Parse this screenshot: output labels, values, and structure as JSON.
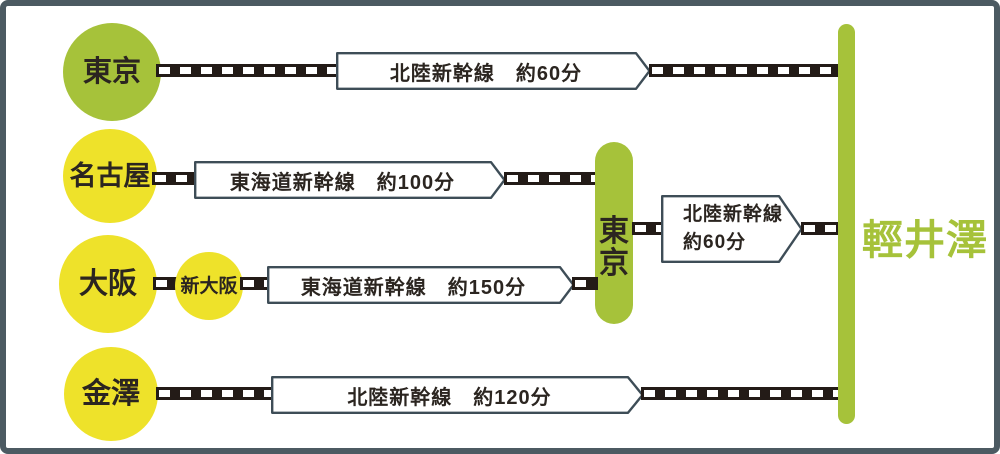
{
  "destination": {
    "name": "輕井澤"
  },
  "hub": {
    "name": "東京"
  },
  "cities": {
    "tokyo": "東京",
    "nagoya": "名古屋",
    "osaka": "大阪",
    "shin_osaka": "新大阪",
    "kanazawa": "金澤"
  },
  "routes": {
    "tokyo_direct": "北陸新幹線　約60分",
    "nagoya_to_tokyo": "東海道新幹線　約100分",
    "osaka_to_tokyo": "東海道新幹線　約150分",
    "kanazawa_direct": "北陸新幹線　約120分",
    "tokyo_transfer": {
      "line": "北陸新幹線",
      "duration": "約60分"
    }
  },
  "colors": {
    "green": "#a6c23a",
    "yellow": "#eee22a",
    "track_black": "#231b17",
    "box_border": "#3e4d57",
    "frame_border": "#4c5a62"
  }
}
